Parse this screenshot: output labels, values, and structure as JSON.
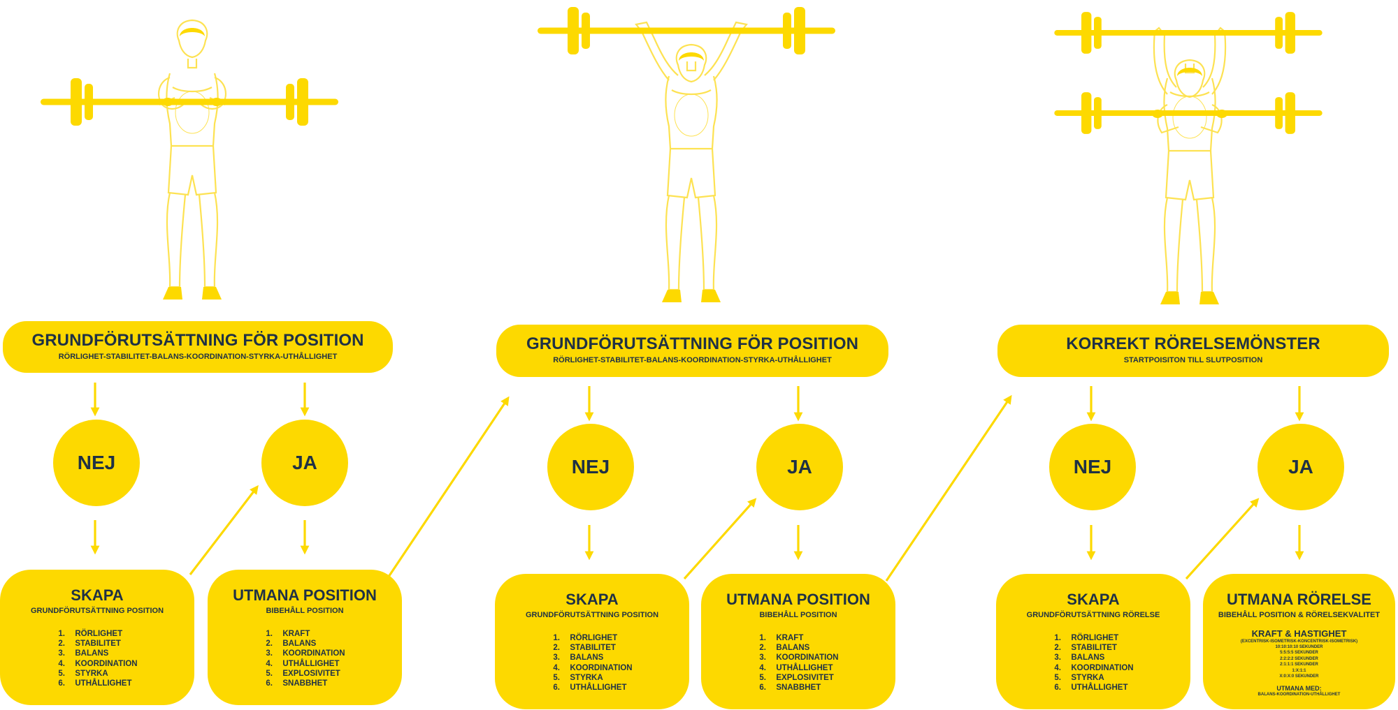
{
  "colors": {
    "accent": "#fdd900",
    "text": "#1f3145",
    "figure_stroke": "#fde252"
  },
  "columns": [
    {
      "header": {
        "title": "GRUNDFÖRUTSÄTTNING FÖR POSITION",
        "subtitle": "RÖRLIGHET-STABILITET-BALANS-KOORDINATION-STYRKA-UTHÅLLIGHET"
      },
      "no_label": "NEJ",
      "yes_label": "JA",
      "create": {
        "title": "SKAPA",
        "subtitle": "GRUNDFÖRUTSÄTTNING POSITION",
        "items": [
          {
            "n": "1.",
            "t": "RÖRLIGHET"
          },
          {
            "n": "2.",
            "t": "STABILITET"
          },
          {
            "n": "3.",
            "t": "BALANS"
          },
          {
            "n": "4.",
            "t": "KOORDINATION"
          },
          {
            "n": "5.",
            "t": "STYRKA"
          },
          {
            "n": "6.",
            "t": "UTHÅLLIGHET"
          }
        ]
      },
      "challenge": {
        "title": "UTMANA POSITION",
        "subtitle": "BIBEHÅLL POSITION",
        "items": [
          {
            "n": "1.",
            "t": "KRAFT"
          },
          {
            "n": "2.",
            "t": "BALANS"
          },
          {
            "n": "3.",
            "t": "KOORDINATION"
          },
          {
            "n": "4.",
            "t": "UTHÅLLIGHET"
          },
          {
            "n": "5.",
            "t": "EXPLOSIVITET"
          },
          {
            "n": "6.",
            "t": "SNABBHET"
          }
        ]
      }
    },
    {
      "header": {
        "title": "GRUNDFÖRUTSÄTTNING FÖR POSITION",
        "subtitle": "RÖRLIGHET-STABILITET-BALANS-KOORDINATION-STYRKA-UTHÅLLIGHET"
      },
      "no_label": "NEJ",
      "yes_label": "JA",
      "create": {
        "title": "SKAPA",
        "subtitle": "GRUNDFÖRUTSÄTTNING POSITION",
        "items": [
          {
            "n": "1.",
            "t": "RÖRLIGHET"
          },
          {
            "n": "2.",
            "t": "STABILITET"
          },
          {
            "n": "3.",
            "t": "BALANS"
          },
          {
            "n": "4.",
            "t": "KOORDINATION"
          },
          {
            "n": "5.",
            "t": "STYRKA"
          },
          {
            "n": "6.",
            "t": "UTHÅLLIGHET"
          }
        ]
      },
      "challenge": {
        "title": "UTMANA POSITION",
        "subtitle": "BIBEHÅLL POSITION",
        "items": [
          {
            "n": "1.",
            "t": "KRAFT"
          },
          {
            "n": "2.",
            "t": "BALANS"
          },
          {
            "n": "3.",
            "t": "KOORDINATION"
          },
          {
            "n": "4.",
            "t": "UTHÅLLIGHET"
          },
          {
            "n": "5.",
            "t": "EXPLOSIVITET"
          },
          {
            "n": "6.",
            "t": "SNABBHET"
          }
        ]
      }
    },
    {
      "header": {
        "title": "KORREKT RÖRELSEMÖNSTER",
        "subtitle": "STARTPOISITON TILL SLUTPOSITION"
      },
      "no_label": "NEJ",
      "yes_label": "JA",
      "create": {
        "title": "SKAPA",
        "subtitle": "GRUNDFÖRUTSÄTTNING RÖRELSE",
        "items": [
          {
            "n": "1.",
            "t": "RÖRLIGHET"
          },
          {
            "n": "2.",
            "t": "STABILITET"
          },
          {
            "n": "3.",
            "t": "BALANS"
          },
          {
            "n": "4.",
            "t": "KOORDINATION"
          },
          {
            "n": "5.",
            "t": "STYRKA"
          },
          {
            "n": "6.",
            "t": "UTHÅLLIGHET"
          }
        ]
      },
      "challenge": {
        "title": "UTMANA RÖRELSE",
        "subtitle": "BIBEHÅLL POSITION & RÖRELSEKVALITET",
        "tempo_title": "KRAFT & HASTIGHET",
        "tempo_subtitle": "(EXCENTRISK-ISOMETRISK-KONCENTRISK-ISOMETRISK)",
        "tempo_items": [
          "10:10:10:10 SEKUNDER",
          "5:5:5:5 SEKUNDER",
          "2:2:2:2 SEKUNDER",
          "2:1:1:1 SEKUNDER",
          "1:X:1:1",
          "X:0:X:0 SEKUNDER"
        ],
        "with_title": "UTMANA MED:",
        "with_text": "BALANS-KOORDINATION-UTHÅLLIGHET"
      }
    }
  ]
}
